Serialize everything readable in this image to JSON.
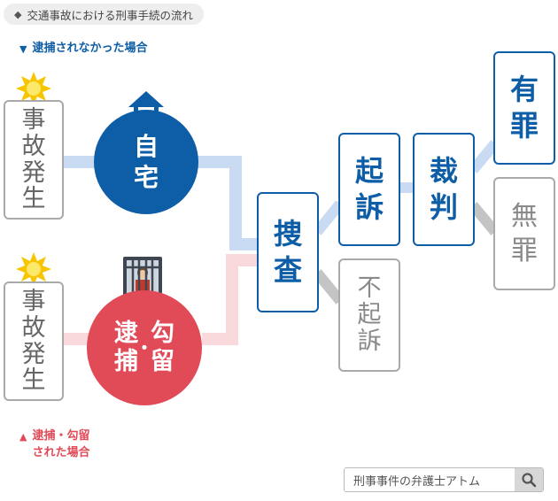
{
  "header": {
    "title": "交通事故における刑事手続の流れ",
    "bullet_symbol": "◆"
  },
  "legend": {
    "not_arrested": {
      "marker": "▼",
      "label": "逮捕されなかった場合",
      "color": "#0d5ea6"
    },
    "arrested": {
      "marker": "▲",
      "label": "逮捕・勾留\nされた場合",
      "color": "#e14a57"
    }
  },
  "nodes": {
    "accident_top": {
      "chars": [
        "事",
        "故",
        "発",
        "生"
      ]
    },
    "accident_bottom": {
      "chars": [
        "事",
        "故",
        "発",
        "生"
      ]
    },
    "home": {
      "chars": [
        "自",
        "宅"
      ]
    },
    "arrest": {
      "col1": [
        "逮",
        "捕"
      ],
      "sep": "・",
      "col2": [
        "勾",
        "留"
      ]
    },
    "investigation": {
      "chars": [
        "捜",
        "査"
      ]
    },
    "indictment": {
      "chars": [
        "起",
        "訴"
      ]
    },
    "non_indictment": {
      "chars": [
        "不",
        "起",
        "訴"
      ]
    },
    "trial": {
      "chars": [
        "裁",
        "判"
      ]
    },
    "guilty": {
      "chars": [
        "有",
        "罪"
      ]
    },
    "not_guilty": {
      "chars": [
        "無",
        "罪"
      ]
    }
  },
  "colors": {
    "blue": "#0d5ea6",
    "red": "#e14a57",
    "light_blue": "#c9dbf3",
    "light_red": "#f9d9dc",
    "gray_line": "#c4c4c4",
    "burst": "#f7c600"
  },
  "search": {
    "text": "刑事事件の弁護士アトム",
    "icon": "search-icon"
  }
}
